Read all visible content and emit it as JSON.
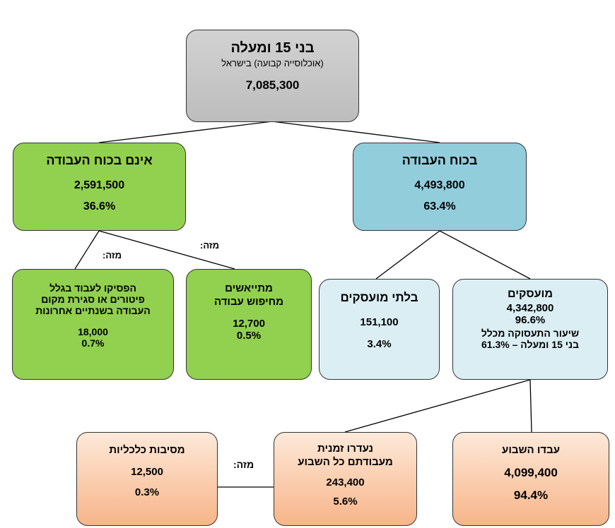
{
  "root": {
    "title": "בני 15 ומעלה",
    "subtitle": "(אוכלוסייה קבועה) בישראל",
    "value": "7,085,300"
  },
  "in_labor_force": {
    "title": "בכוח העבודה",
    "value": "4,493,800",
    "percent": "63.4%"
  },
  "not_in_labor_force": {
    "title": "אינם בכוח העבודה",
    "value": "2,591,500",
    "percent": "36.6%"
  },
  "discouraged": {
    "line1": "מתייאשים",
    "line2": "מחיפוש עבודה",
    "value": "12,700",
    "percent": "0.5%"
  },
  "stopped_working": {
    "line1": "הפסיקו לעבוד בגלל",
    "line2": "פיטורים או סגירת מקום",
    "line3": "העבודה בשנתיים אחרונות",
    "value": "18,000",
    "percent": "0.7%"
  },
  "unemployed": {
    "title": "בלתי מועסקים",
    "value": "151,100",
    "percent": "3.4%"
  },
  "employed": {
    "title": "מועסקים",
    "value": "4,342,800",
    "percent": "96.6%",
    "rate_line1": "שיעור התעסוקה מכלל",
    "rate_line2": "בני 15 ומעלה – 61.3%"
  },
  "worked_this_week": {
    "title": "עבדו השבוע",
    "value": "4,099,400",
    "percent": "94.4%"
  },
  "temporarily_absent": {
    "line1": "נעדרו זמנית",
    "line2": "מעבודתם כל השבוע",
    "value": "243,400",
    "percent": "5.6%"
  },
  "economic_reasons": {
    "title": "מסיבות כלכליות",
    "value": "12,500",
    "percent": "0.3%"
  },
  "notes": {
    "of_which": "מזה:"
  },
  "colors": {
    "gray": "#c8c8c8",
    "green": "#92d050",
    "blue": "#92cddc",
    "light_blue": "#dbeef4",
    "peach": "#f8b589"
  }
}
